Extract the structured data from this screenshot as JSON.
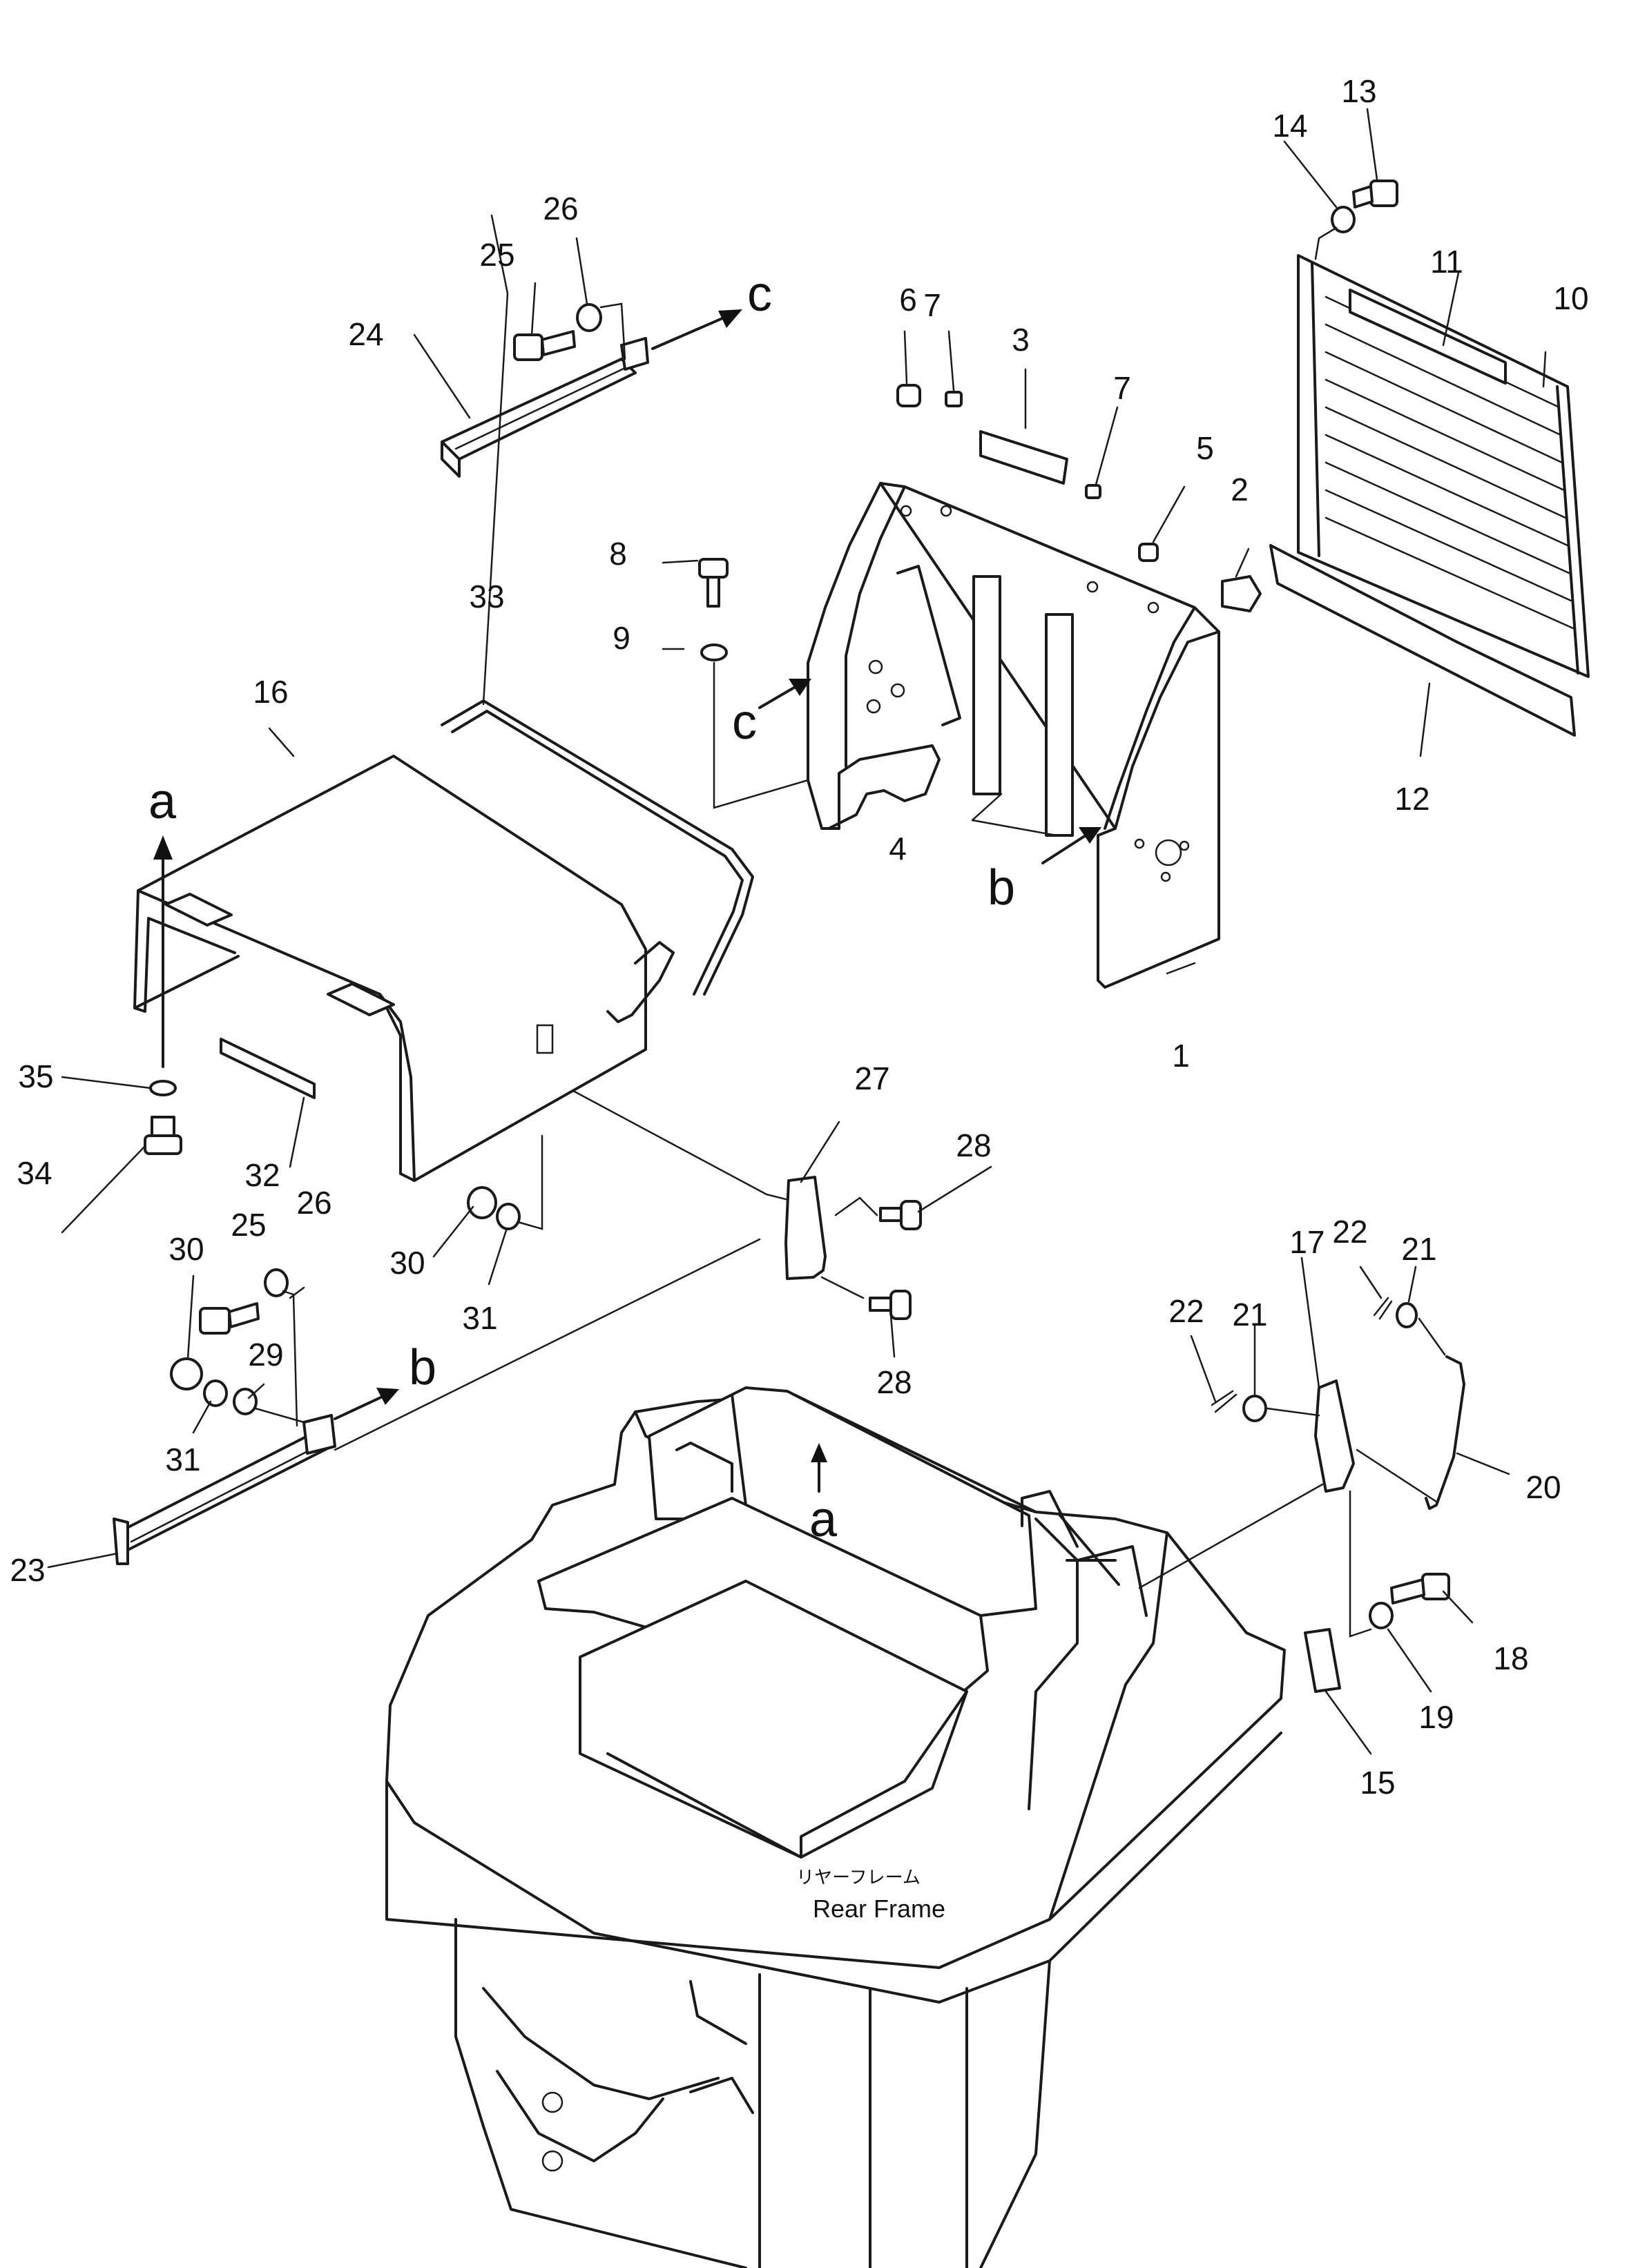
{
  "caption": {
    "jp": "リヤーフレーム",
    "en": "Rear Frame"
  },
  "view_letters": {
    "a": "a",
    "b": "b",
    "c": "c"
  },
  "parts": {
    "p1": "1",
    "p2": "2",
    "p3": "3",
    "p4": "4",
    "p5": "5",
    "p6": "6",
    "p7": "7",
    "p8": "8",
    "p9": "9",
    "p10": "10",
    "p11": "11",
    "p12": "12",
    "p13": "13",
    "p14": "14",
    "p15": "15",
    "p16": "16",
    "p17": "17",
    "p18": "18",
    "p19": "19",
    "p20": "20",
    "p21": "21",
    "p22": "22",
    "p23": "23",
    "p24": "24",
    "p25": "25",
    "p26": "26",
    "p27": "27",
    "p28": "28",
    "p29": "29",
    "p30": "30",
    "p31": "31",
    "p32": "32",
    "p33": "33",
    "p34": "34",
    "p35": "35"
  }
}
